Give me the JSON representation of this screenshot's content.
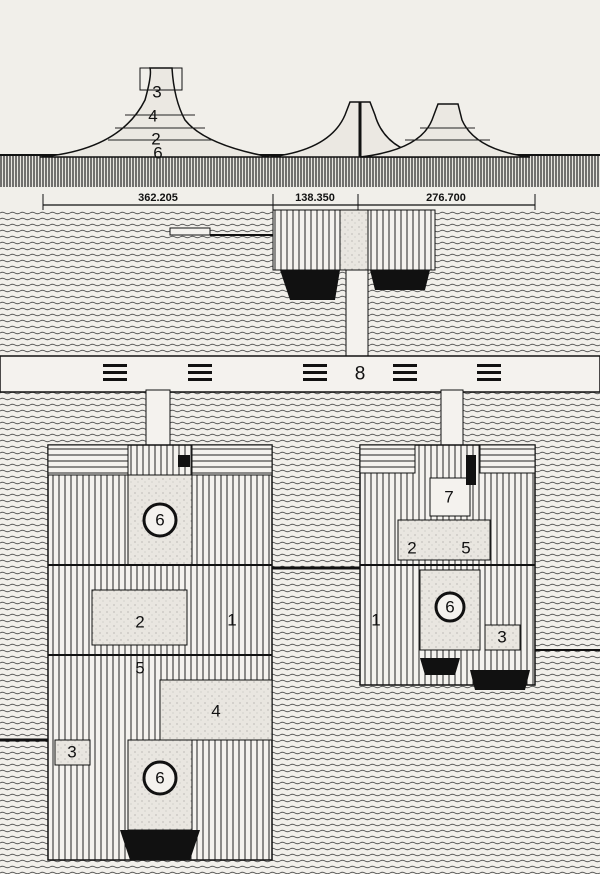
{
  "section": {
    "labels": [
      "3",
      "4",
      "2",
      "6"
    ],
    "dimensions": [
      "362.205",
      "138.350",
      "276.700"
    ]
  },
  "road": {
    "label": "8"
  },
  "left_complex": {
    "labels": [
      "6",
      "2",
      "5",
      "4",
      "3",
      "6",
      "1"
    ]
  },
  "right_complex": {
    "labels": [
      "7",
      "2",
      "5",
      "6",
      "1",
      "3"
    ]
  },
  "colors": {
    "paper": "#f1efea",
    "ink": "#151515",
    "water": "#5a5a5a",
    "plaza": "#e4e1da"
  }
}
